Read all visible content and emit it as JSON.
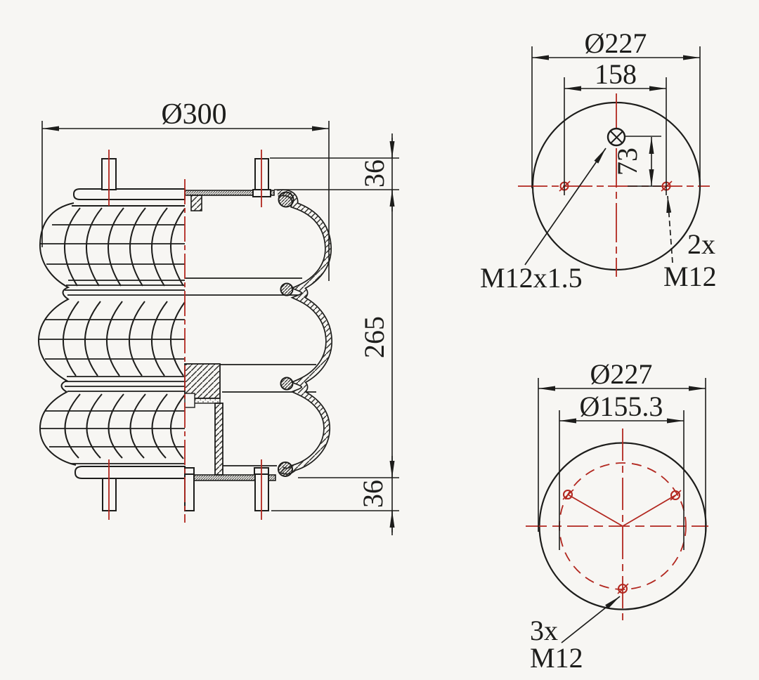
{
  "colors": {
    "background": "#f7f6f3",
    "line": "#1d1d1b",
    "centerline_red": "#b2271f"
  },
  "side_view": {
    "dim_diameter": "Ø300",
    "dim_stud_top": "36",
    "dim_height": "265",
    "dim_stud_bottom": "36"
  },
  "top_view": {
    "dim_outer_diameter": "Ø227",
    "dim_hole_spacing": "158",
    "dim_port_offset": "73",
    "label_port_thread": "M12x1.5",
    "label_stud_count": "2x",
    "label_stud_thread": "M12"
  },
  "bottom_view": {
    "dim_outer_diameter": "Ø227",
    "dim_bolt_circle": "Ø155.3",
    "label_stud_count": "3x",
    "label_stud_thread": "M12"
  }
}
